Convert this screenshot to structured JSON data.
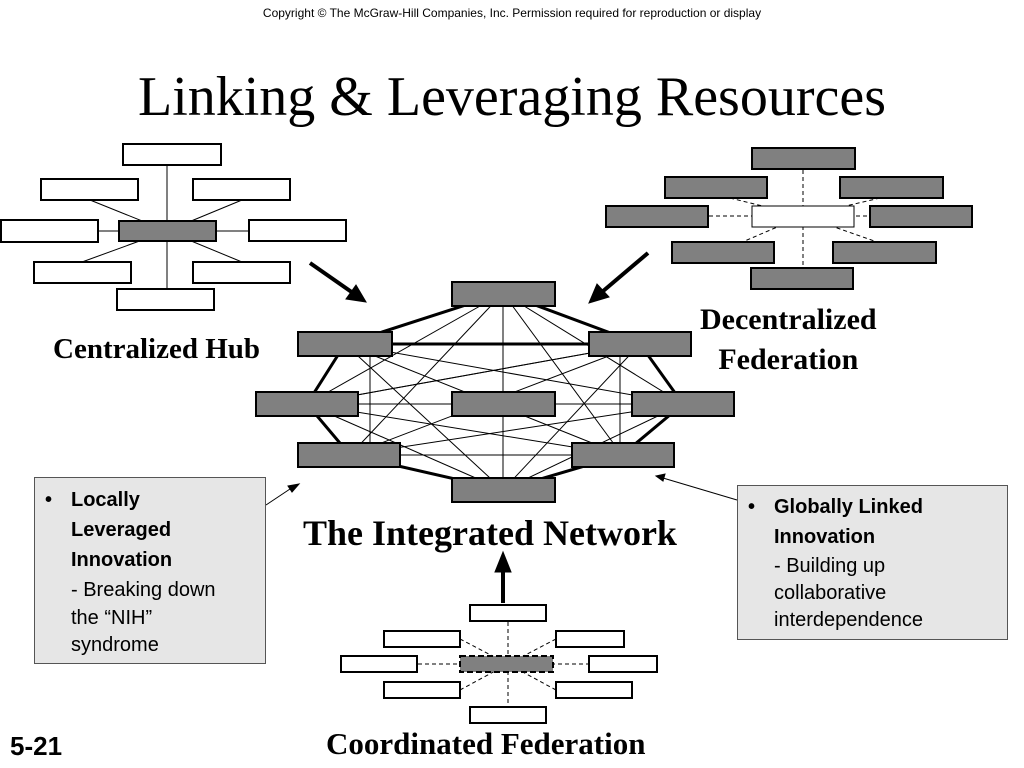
{
  "copyright": "Copyright © The McGraw-Hill Companies, Inc.  Permission required for reproduction or display",
  "title": "Linking & Leveraging Resources",
  "labels": {
    "centralized_hub": "Centralized Hub",
    "decentralized_line1": "Decentralized",
    "decentralized_line2": "Federation",
    "integrated_network": "The Integrated Network",
    "coordinated_federation": "Coordinated Federation"
  },
  "left_callout": {
    "bullet": "•",
    "head_lines": [
      "Locally",
      "Leveraged",
      "Innovation"
    ],
    "sub_lines": [
      "-  Breaking down",
      "the “NIH”",
      "syndrome"
    ]
  },
  "right_callout": {
    "bullet": "•",
    "head_lines": [
      "Globally Linked",
      "Innovation"
    ],
    "sub_lines": [
      "-  Building up",
      "collaborative",
      "interdependence"
    ]
  },
  "slide_number": "5-21",
  "colors": {
    "node_fill": "#808080",
    "box_fill": "#ffffff",
    "callout_fill": "#e6e6e6",
    "line": "#000000"
  }
}
